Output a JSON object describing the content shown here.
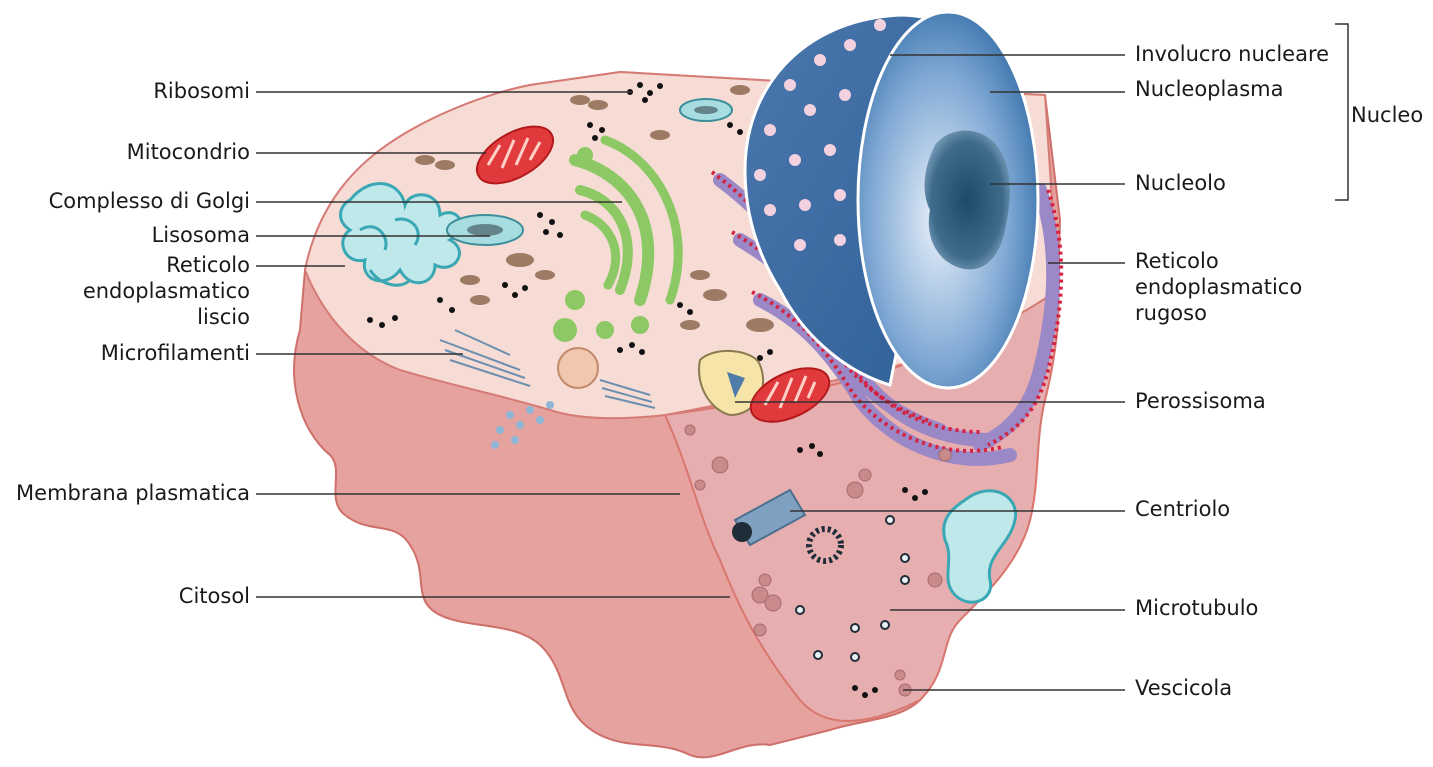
{
  "labels_left": {
    "ribosomi": "Ribosomi",
    "mitocondrio": "Mitocondrio",
    "golgi": "Complesso di Golgi",
    "lisosoma": "Lisosoma",
    "rel_line1": "Reticolo",
    "rel_line2": "endoplasmatico",
    "rel_line3": "liscio",
    "microfilamenti": "Microfilamenti",
    "membrana": "Membrana plasmatica",
    "citosol": "Citosol"
  },
  "labels_right": {
    "involucro": "Involucro nucleare",
    "nucleoplasma": "Nucleoplasma",
    "nucleolo": "Nucleolo",
    "nucleo": "Nucleo",
    "rer_line1": "Reticolo",
    "rer_line2": "endoplasmatico",
    "rer_line3": "rugoso",
    "perossisoma": "Perossisoma",
    "centriolo": "Centriolo",
    "microtubulo": "Microtubulo",
    "vescicola": "Vescicola"
  },
  "colors": {
    "cell_body": "#e9a7a4",
    "cell_top": "#f6dcd5",
    "membrane": "#d9776f",
    "nucleus_outer": "#5b86b8",
    "nucleus_inner": "#1f5e9a",
    "nucleolus": "#2b5a7c",
    "golgi": "#8cc864",
    "mitochondrion": "#e13a3c",
    "rer": "#9b88c6",
    "rer_dots": "#d42242",
    "ser": "#8fd1d6",
    "lysosome": "#a7dde0",
    "leader_line": "#333333"
  }
}
